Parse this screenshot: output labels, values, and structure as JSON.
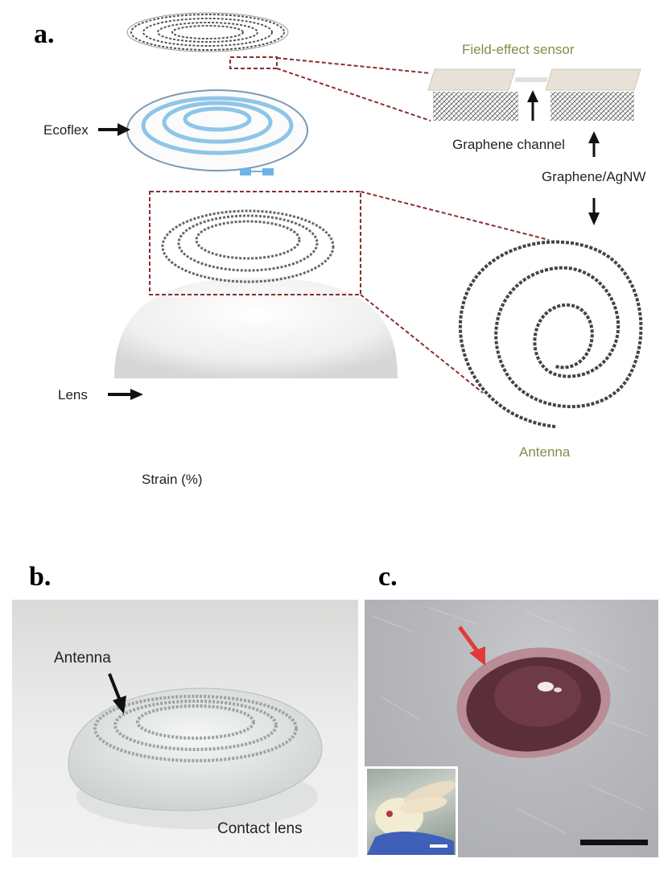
{
  "panels": {
    "a": "a.",
    "b": "b.",
    "c": "c."
  },
  "panel_a": {
    "field_effect_sensor": "Field-effect sensor",
    "graphene_channel": "Graphene channel",
    "graphene_agnw": "Graphene/AgNW",
    "ecoflex": "Ecoflex",
    "lens": "Lens",
    "antenna": "Antenna",
    "strain": "Strain (%)"
  },
  "panel_b": {
    "antenna": "Antenna",
    "contact_lens": "Contact lens"
  },
  "colors": {
    "dashed_red": "#8b2e2e",
    "ecoflex_blue": "#8ec5e8",
    "olive_label": "#8a8a4a",
    "red_arrow": "#e23a3a"
  }
}
